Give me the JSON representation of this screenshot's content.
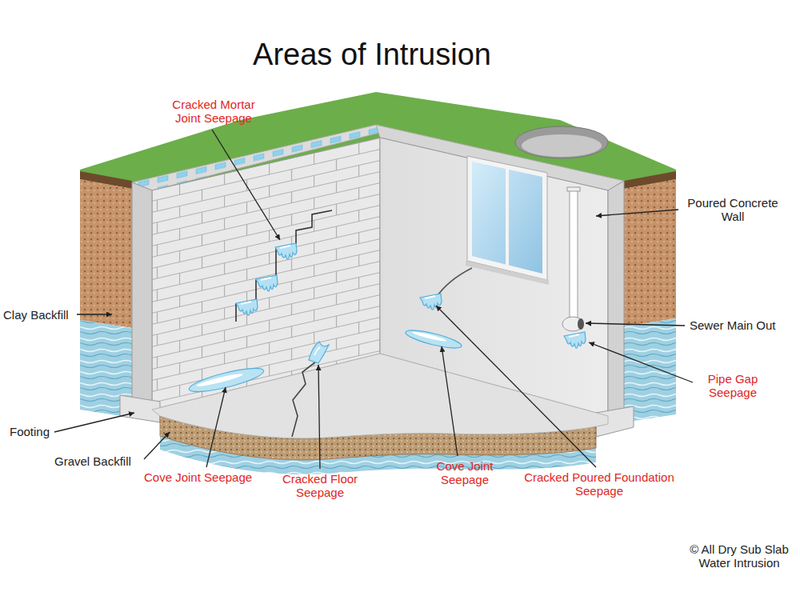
{
  "diagram": {
    "title": "Areas of Intrusion",
    "labels": [
      "Cracked Mortar Joint Seepage",
      "Poured Concrete Wall",
      "Clay Backfill",
      "Sewer Main Out",
      "Pipe Gap Seepage",
      "Footing",
      "Gravel Backfill",
      "Cove Joint Seepage",
      "Cracked Floor Seepage",
      "Cove Joint Seepage",
      "Cracked Poured Foundation Seepage",
      "© All Dry Sub Slab Water Intrusion"
    ]
  }
}
